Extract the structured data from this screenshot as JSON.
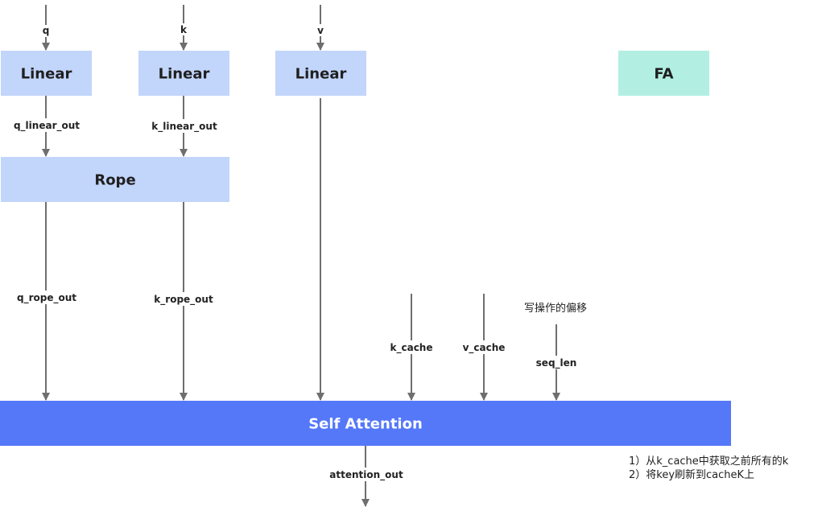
{
  "inputs": {
    "q": "q",
    "k": "k",
    "v": "v"
  },
  "nodes": {
    "linear_q": "Linear",
    "linear_k": "Linear",
    "linear_v": "Linear",
    "fa": "FA",
    "rope": "Rope",
    "self_attention": "Self Attention"
  },
  "edges": {
    "q_linear_out": "q_linear_out",
    "k_linear_out": "k_linear_out",
    "q_rope_out": "q_rope_out",
    "k_rope_out": "k_rope_out",
    "k_cache": "k_cache",
    "v_cache": "v_cache",
    "seq_len": "seq_len",
    "attention_out": "attention_out"
  },
  "annotations": {
    "seq_len_note": "写操作的偏移",
    "note_line1": "1）从k_cache中获取之前所有的k",
    "note_line2": "2）将key刷新到cacheK上"
  },
  "colors": {
    "linear_fill": "#c2d5fb",
    "fa_fill": "#b2efe2",
    "attention_fill": "#5578f9",
    "edge": "#6e6e6e"
  }
}
